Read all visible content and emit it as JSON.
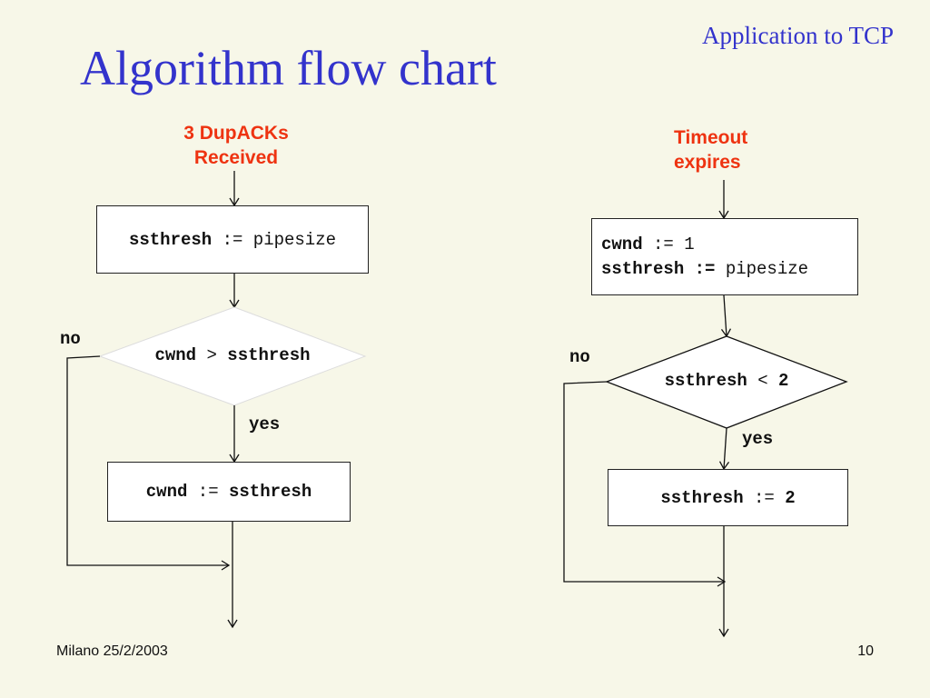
{
  "header": {
    "title": "Algorithm flow chart",
    "section": "Application to TCP"
  },
  "left_flow": {
    "event": [
      "3 DupACKs",
      "Received"
    ],
    "assign_box": {
      "var": "ssthresh",
      "op": " := ",
      "value": "pipesize"
    },
    "decision": {
      "left": "cwnd",
      "op": " > ",
      "right": "ssthresh"
    },
    "no_label": "no",
    "yes_label": "yes",
    "action_box": {
      "var": "cwnd",
      "op": " := ",
      "value": "ssthresh"
    }
  },
  "right_flow": {
    "event": [
      "Timeout",
      "expires"
    ],
    "assign_box": {
      "line1": {
        "var": "cwnd",
        "op": " := ",
        "value": "1"
      },
      "line2": {
        "var": "ssthresh",
        "op": " := ",
        "value": "pipesize"
      }
    },
    "decision": {
      "left": "ssthresh",
      "op": " < ",
      "right": "2"
    },
    "no_label": "no",
    "yes_label": "yes",
    "action_box": {
      "var": "ssthresh",
      "op": " := ",
      "value": "2"
    }
  },
  "footer": {
    "location_date": "Milano 25/2/2003",
    "page_number": "10"
  },
  "colors": {
    "title": "#3333cc",
    "event": "#ee3311",
    "background": "#f7f7e8"
  }
}
